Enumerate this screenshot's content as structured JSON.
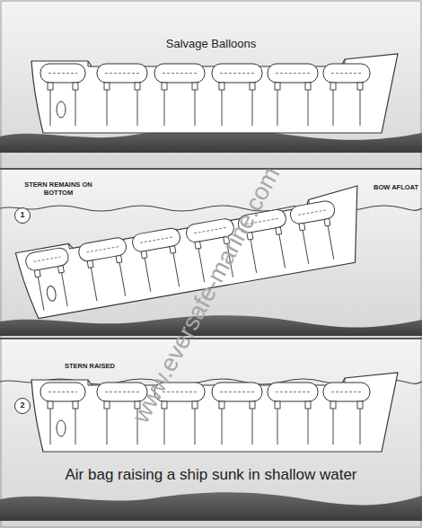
{
  "diagram": {
    "caption": "Air bag raising a ship sunk in shallow water",
    "labels": [
      "Salvage Balloons",
      "STERN REMAINS ON BOTTOM",
      "BOW AFLOAT",
      "1",
      "STERN RAISED",
      "2",
      "www.eversafe-marine.com"
    ]
  }
}
